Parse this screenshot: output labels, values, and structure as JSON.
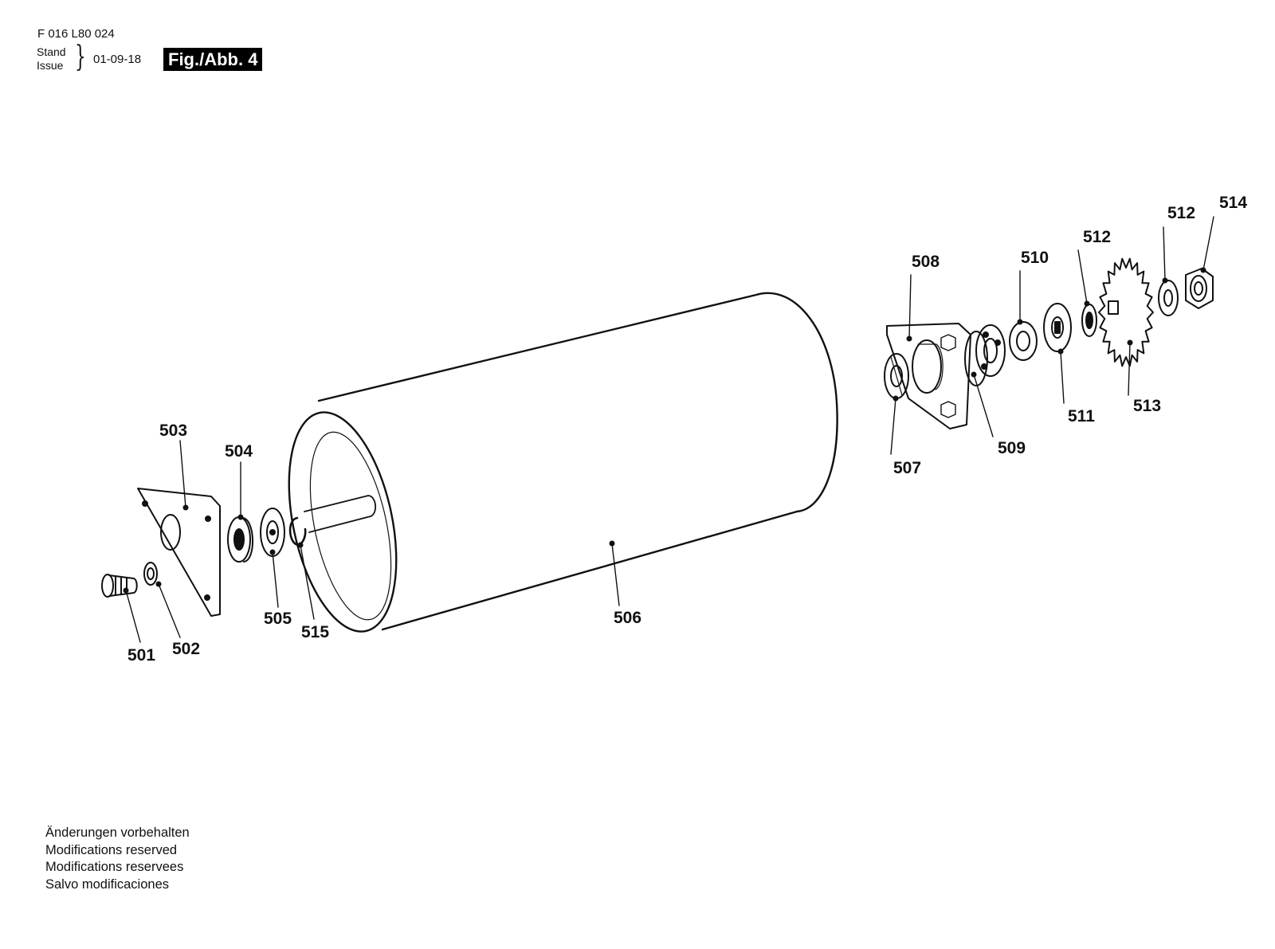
{
  "header": {
    "document_code": "F 016 L80 024",
    "stand_label": "Stand",
    "issue_label": "Issue",
    "date": "01-09-18",
    "figure_label": "Fig./Abb. 4"
  },
  "parts": [
    {
      "number": "501",
      "name": "screw"
    },
    {
      "number": "502",
      "name": "washer"
    },
    {
      "number": "503",
      "name": "bearing-plate-left"
    },
    {
      "number": "504",
      "name": "ball-bearing-left"
    },
    {
      "number": "505",
      "name": "retaining-disc-left"
    },
    {
      "number": "515",
      "name": "retaining-ring"
    },
    {
      "number": "506",
      "name": "drum-roller"
    },
    {
      "number": "507",
      "name": "retaining-disc-right"
    },
    {
      "number": "508",
      "name": "bearing-plate-right"
    },
    {
      "number": "509",
      "name": "ball-bearing-right"
    },
    {
      "number": "510",
      "name": "spacer-ring"
    },
    {
      "number": "511",
      "name": "disc"
    },
    {
      "number": "512",
      "name": "washer-a"
    },
    {
      "number": "512",
      "name": "washer-b"
    },
    {
      "number": "513",
      "name": "sprocket"
    },
    {
      "number": "514",
      "name": "hex-nut"
    }
  ],
  "notes": [
    "Änderungen vorbehalten",
    "Modifications reserved",
    "Modifications reservees",
    "Salvo modificaciones"
  ]
}
